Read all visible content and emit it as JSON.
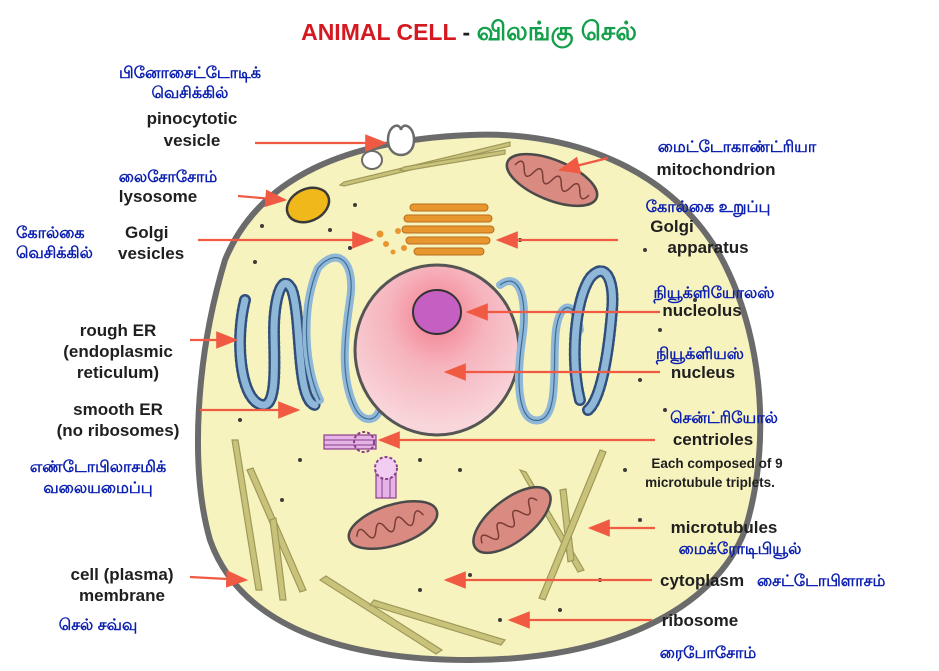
{
  "title": {
    "english": "ANIMAL CELL",
    "separator": " - ",
    "tamil": "விலங்கு செல்"
  },
  "colors": {
    "title_english": "#d41920",
    "title_tamil": "#14a04a",
    "tamil_labels": "#0b1fb0",
    "english_labels": "#1f1f1f",
    "arrows": "#f15a42",
    "cytoplasm": "#f7f3be",
    "membrane": "#6b6b6b",
    "nucleus": "#f6c9cf",
    "nucleolus": "#c65fc2",
    "er": "#8fb7d8",
    "mitochondrion": "#d98b82",
    "golgi": "#e8962e",
    "lysosome": "#f0b81a",
    "microtubule": "#c9c27a"
  },
  "labels": {
    "pinocytotic": {
      "tamil_1": "பினோசைட்டோடிக்",
      "tamil_2": "வெசிக்கில்",
      "english_1": "pinocytotic",
      "english_2": "vesicle"
    },
    "lysosome": {
      "tamil": "லைசோசோம்",
      "english": "lysosome"
    },
    "golgi_vesicles": {
      "tamil_1": "கோல்கை",
      "tamil_2": "வெசிக்கில்",
      "english_1": "Golgi",
      "english_2": "vesicles"
    },
    "rough_er": {
      "english_1": "rough ER",
      "english_2": "(endoplasmic",
      "english_3": "reticulum)"
    },
    "smooth_er": {
      "english_1": "smooth ER",
      "english_2": "(no ribosomes)"
    },
    "er_tamil": {
      "tamil_1": "எண்டோபிலாசமிக்",
      "tamil_2": "வலையமைப்பு"
    },
    "cell_membrane": {
      "english_1": "cell (plasma)",
      "english_2": "membrane",
      "tamil": "செல் சவ்வு"
    },
    "mitochondrion": {
      "tamil": "மைட்டோகாண்ட்ரியா",
      "english": "mitochondrion"
    },
    "golgi_apparatus": {
      "tamil": "கோல்கை உறுப்பு",
      "english_1": "Golgi",
      "english_2": "apparatus"
    },
    "nucleolus": {
      "tamil": "நியூக்ளியோலஸ்",
      "english": "nucleolus"
    },
    "nucleus": {
      "tamil": "நியூக்ளியஸ்",
      "english": "nucleus"
    },
    "centrioles": {
      "tamil": "சென்ட்ரியோல்",
      "english": "centrioles",
      "note_1": "Each composed of 9",
      "note_2": "microtubule triplets."
    },
    "microtubules": {
      "english": "microtubules",
      "tamil": "மைக்ரோடிபியூல்"
    },
    "cytoplasm": {
      "english": "cytoplasm",
      "tamil": "சைட்டோபிளாசம்"
    },
    "ribosome": {
      "english": "ribosome",
      "tamil": "ரைபோசோம்"
    }
  }
}
